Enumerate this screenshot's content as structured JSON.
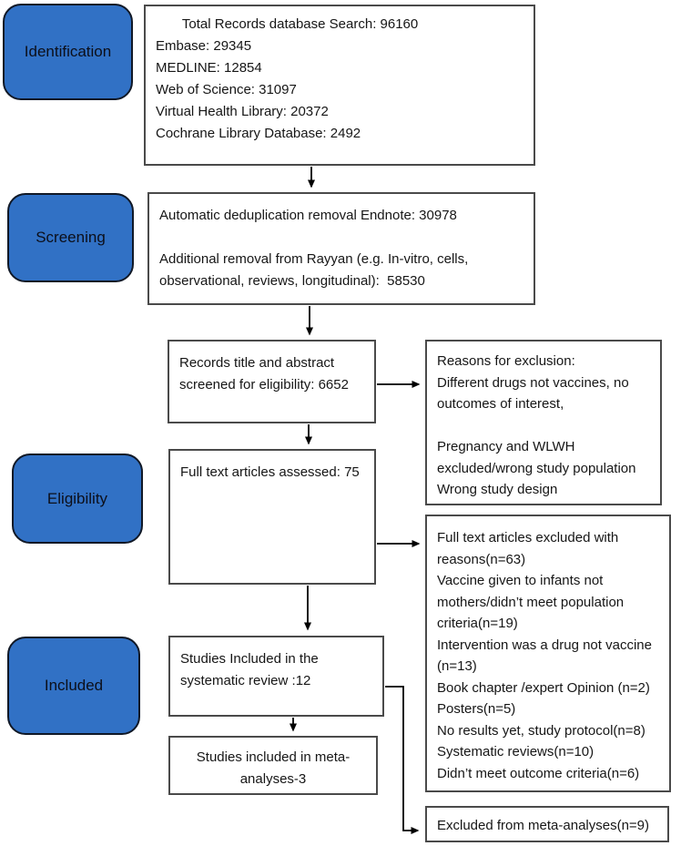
{
  "title": "PRISMA systematic review flow diagram",
  "colors": {
    "stage_fill": "#3171c5",
    "stage_border": "#101826",
    "box_border": "#4a4a4a",
    "arrow": "#000000"
  },
  "stages": [
    {
      "label": "Identification"
    },
    {
      "label": "Screening"
    },
    {
      "label": "Eligibility"
    },
    {
      "label": "Included"
    }
  ],
  "boxes": {
    "total_records": {
      "text": "       Total Records database Search: 96160\nEmbase: 29345\nMEDLINE: 12854\nWeb of Science: 31097\nVirtual Health Library: 20372\nCochrane Library Database: 2492"
    },
    "deduplication": {
      "text": "Automatic deduplication removal Endnote: 30978\n\nAdditional removal from Rayyan (e.g. In-vitro, cells,\nobservational, reviews, longitudinal):  58530"
    },
    "title_abstract": {
      "text": "Records title and abstract\nscreened for eligibility: 6652"
    },
    "full_text_assessed": {
      "text": "Full text articles assessed: 75"
    },
    "systematic_review_included": {
      "text": "Studies Included in the\nsystematic review :12"
    },
    "meta_analyses_included": {
      "text": "Studies included in meta-\nanalyses-3"
    },
    "exclusion_reasons": {
      "text": "Reasons for exclusion:\nDifferent drugs not vaccines, no\noutcomes of interest,\n\nPregnancy and WLWH\nexcluded/wrong study population\nWrong study design"
    },
    "full_text_excluded": {
      "text": "Full text articles excluded with\nreasons(n=63)\nVaccine given to infants not\nmothers/didn’t meet population\ncriteria(n=19)\nIntervention was a drug not vaccine\n(n=13)\nBook chapter /expert Opinion (n=2)\nPosters(n=5)\nNo results yet, study protocol(n=8)\nSystematic reviews(n=10)\nDidn’t meet outcome criteria(n=6)"
    },
    "meta_analyses_excluded": {
      "text": "Excluded from meta-analyses(n=9)"
    }
  }
}
